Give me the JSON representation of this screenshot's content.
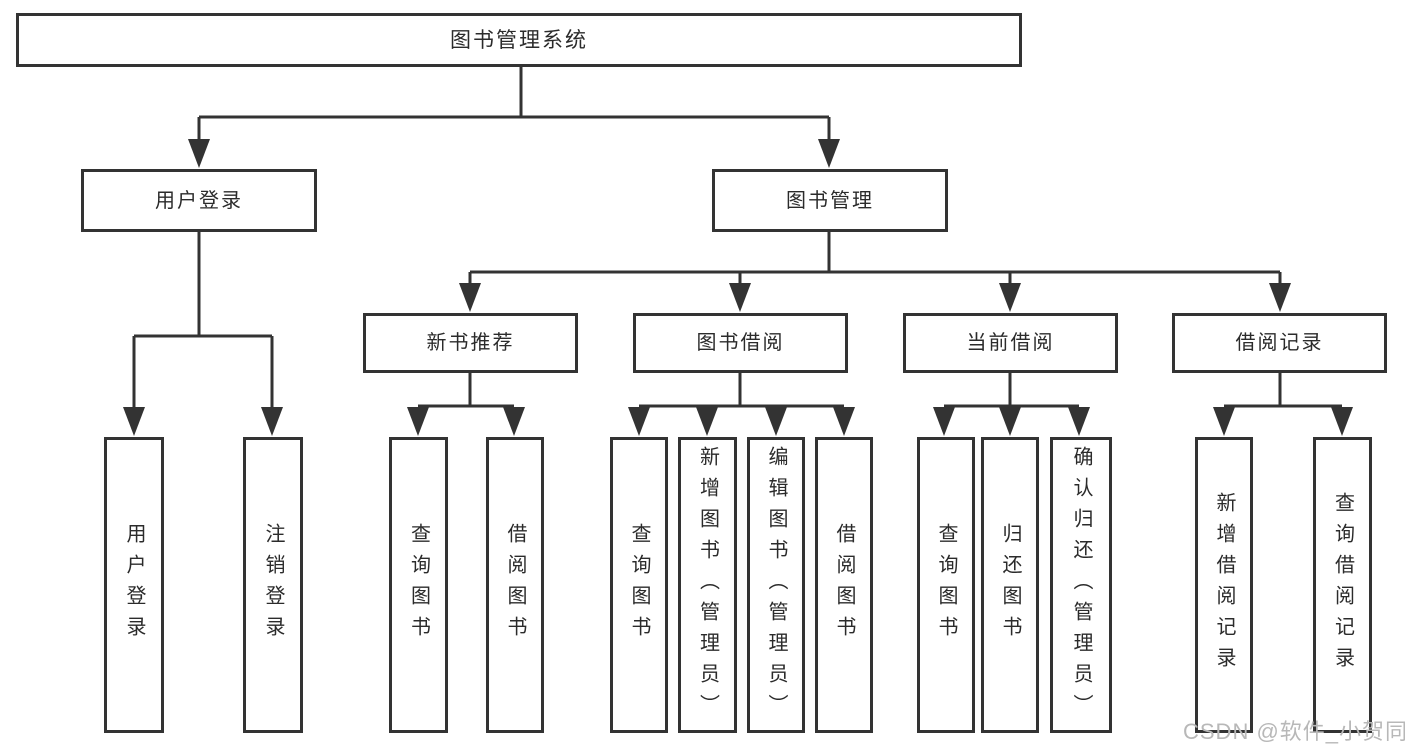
{
  "tree": {
    "root": {
      "label": "图书管理系统"
    },
    "branches": [
      {
        "label": "用户登录",
        "children": [
          {
            "label": "用户登录"
          },
          {
            "label": "注销登录"
          }
        ]
      },
      {
        "label": "图书管理",
        "children": [
          {
            "label": "新书推荐",
            "children": [
              {
                "label": "查询图书"
              },
              {
                "label": "借阅图书"
              }
            ]
          },
          {
            "label": "图书借阅",
            "children": [
              {
                "label": "查询图书"
              },
              {
                "label": "新增图书（管理员）"
              },
              {
                "label": "编辑图书（管理员）"
              },
              {
                "label": "借阅图书"
              }
            ]
          },
          {
            "label": "当前借阅",
            "children": [
              {
                "label": "查询图书"
              },
              {
                "label": "归还图书"
              },
              {
                "label": "确认归还（管理员）"
              }
            ]
          },
          {
            "label": "借阅记录",
            "children": [
              {
                "label": "新增借阅记录"
              },
              {
                "label": "查询借阅记录"
              }
            ]
          }
        ]
      }
    ]
  },
  "watermark": {
    "text": "CSDN @软件_小贺同学"
  },
  "colors": {
    "line": "#333333",
    "text": "#2b2b2b",
    "box_background": "#ffffff",
    "page_background": "#ffffff",
    "watermark": "#b8b8b8"
  }
}
